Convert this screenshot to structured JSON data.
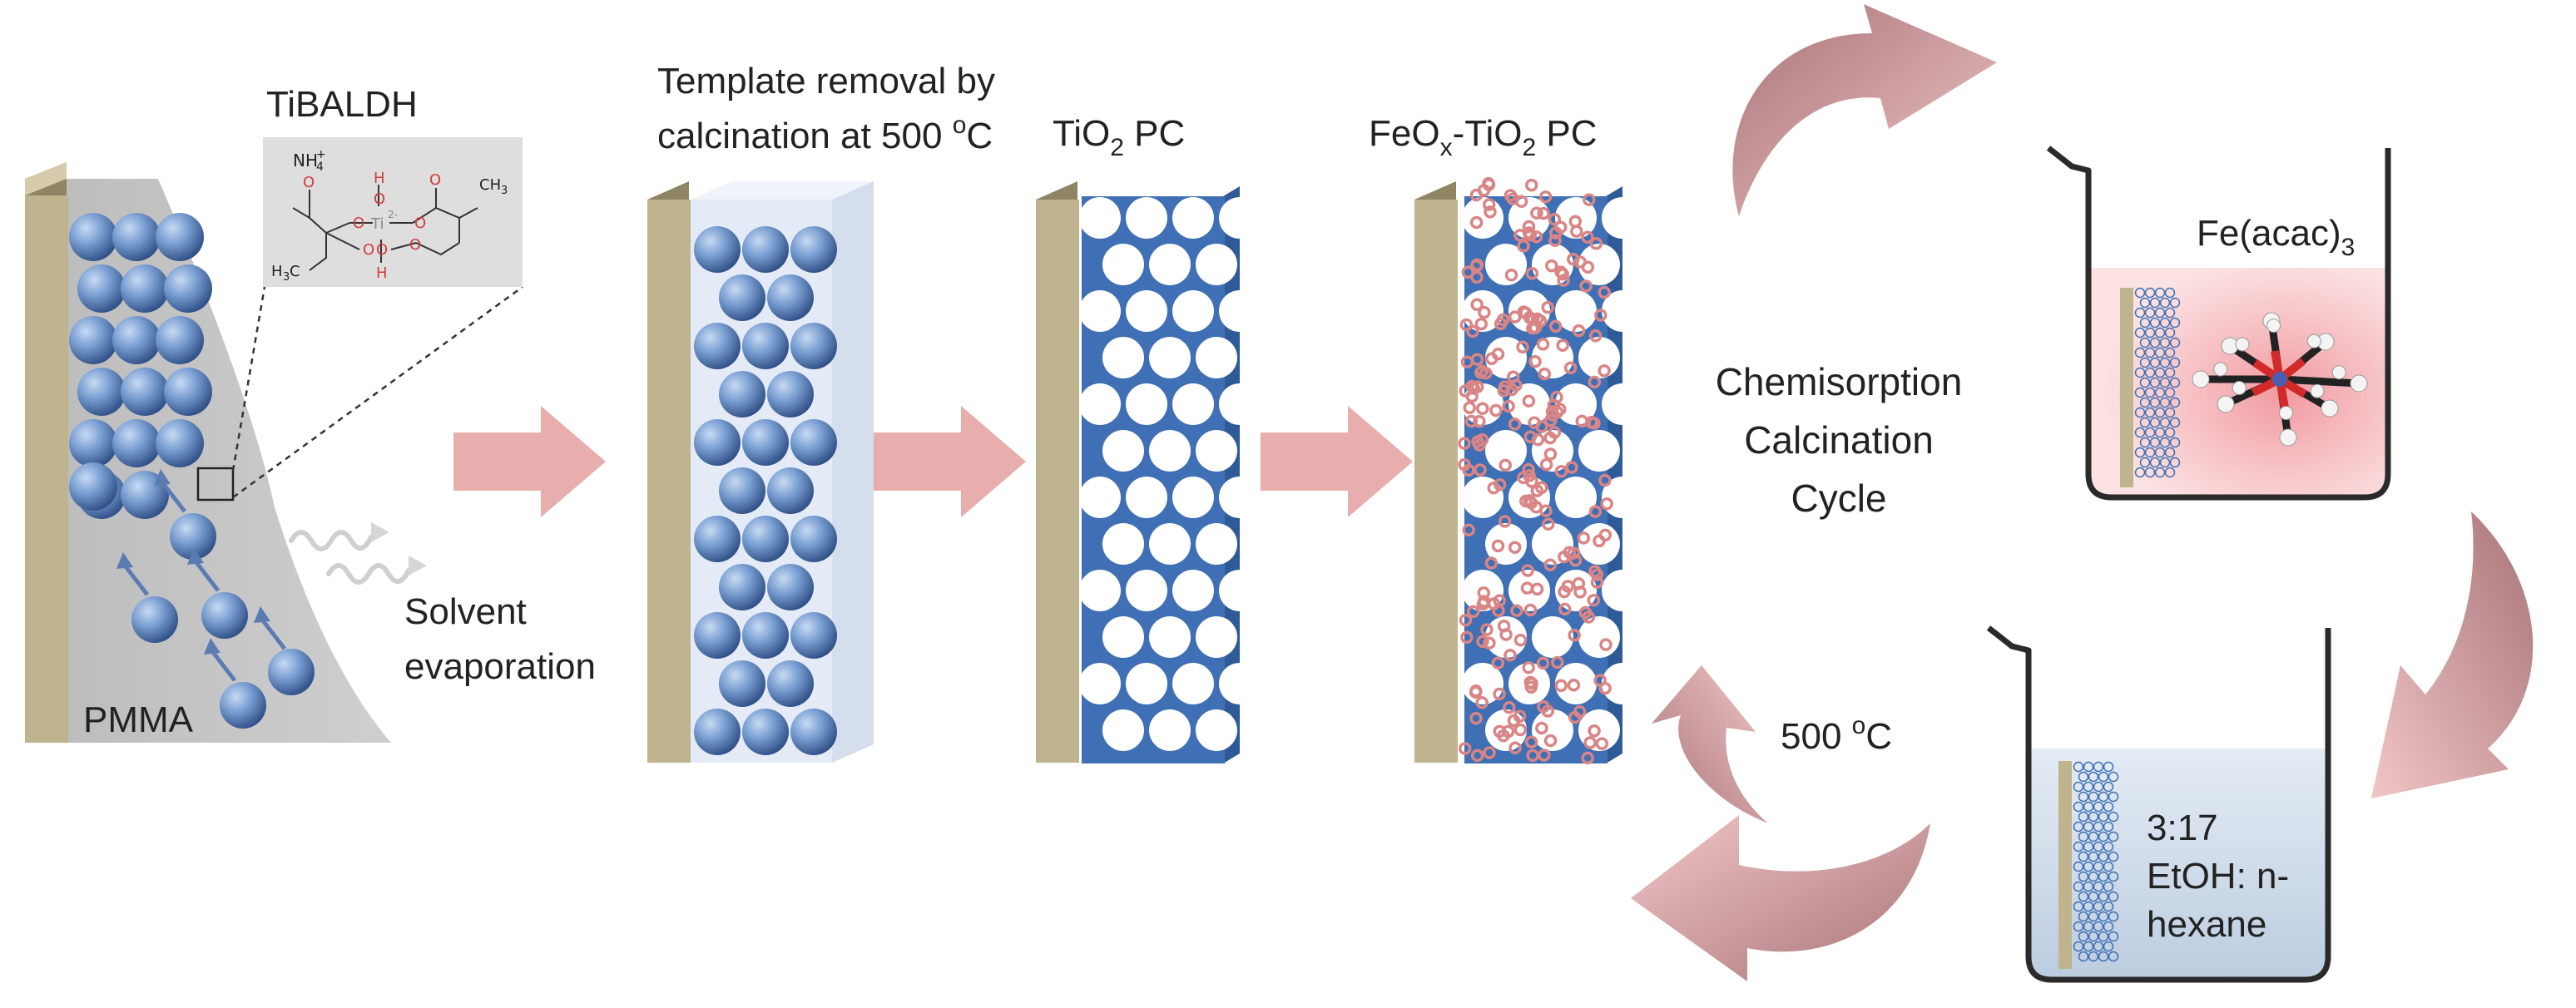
{
  "labels": {
    "tibaldh": "TiBALDH",
    "pmma": "PMMA",
    "solvent_line1": "Solvent",
    "solvent_line2": "evaporation",
    "template_line1": "Template removal by",
    "template_line2_prefix": "calcination at 500 ",
    "template_line2_sup": "o",
    "template_line2_suffix": "C",
    "tio2_prefix": "TiO",
    "tio2_sub": "2",
    "tio2_suffix": " PC",
    "feox_prefix": "FeO",
    "feox_sub_x": "x",
    "feox_mid": "-TiO",
    "feox_sub_2": "2",
    "feox_suffix": " PC",
    "fe_acac_prefix": "Fe(acac)",
    "fe_acac_sub": "3",
    "cycle_line1": "Chemisorption",
    "cycle_line2": "Calcination",
    "cycle_line3": "Cycle",
    "temp_prefix": "500 ",
    "temp_sup": "o",
    "temp_suffix": "C",
    "ratio_line1": "3:17",
    "ratio_line2": "EtOH: n-",
    "ratio_line3": "hexane"
  },
  "molecule": {
    "nh4": "NH",
    "nh4_sub": "4",
    "nh4_sup": "+",
    "ti": "Ti",
    "ti_sup": "2-",
    "o": "O",
    "h": "H",
    "ch3": "CH",
    "ch3_sub": "3",
    "h3c": "H",
    "h3c_sub": "3",
    "h3c_suffix": "C"
  },
  "colors": {
    "substrate_front": "#bfb48e",
    "substrate_side": "#8f8565",
    "sphere_dark": "#3d5f96",
    "sphere_light": "#a9c2e6",
    "tio2_blue": "#3f6fb4",
    "arrow_pink": "#e8aeae",
    "cycle_dark": "#b5858a",
    "cycle_light": "#f0c0c0",
    "fe_dot": "#d98585",
    "gray_wedge": "#c4c4c4",
    "beaker_pink": "#f7c9cb",
    "beaker_blue": "#cfdcea"
  }
}
